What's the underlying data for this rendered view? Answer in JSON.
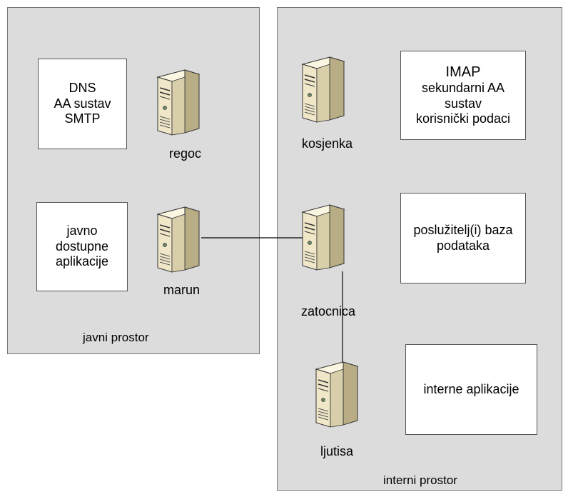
{
  "zones": {
    "public": {
      "label": "javni prostor"
    },
    "internal": {
      "label": "interni prostor"
    }
  },
  "servers": {
    "regoc": {
      "label": "regoc"
    },
    "marun": {
      "label": "marun"
    },
    "kosjenka": {
      "label": "kosjenka"
    },
    "zatocnica": {
      "label": "zatocnica"
    },
    "ljutisa": {
      "label": "ljutisa"
    }
  },
  "boxes": {
    "regoc": [
      "DNS",
      "AA sustav",
      "SMTP"
    ],
    "marun": [
      "javno",
      "dostupne",
      "aplikacije"
    ],
    "kosjenka": [
      "IMAP",
      "sekundarni AA",
      "sustav",
      "korisnički podaci"
    ],
    "zatocnica": [
      "poslužitelj(i) baza",
      "podataka"
    ],
    "ljutisa": [
      "interne aplikacije"
    ]
  },
  "colors": {
    "zone_fill": "#dcdcdc",
    "server_body": "#efe7c8",
    "server_side": "#b8ad85",
    "server_top": "#fbf6e2"
  }
}
